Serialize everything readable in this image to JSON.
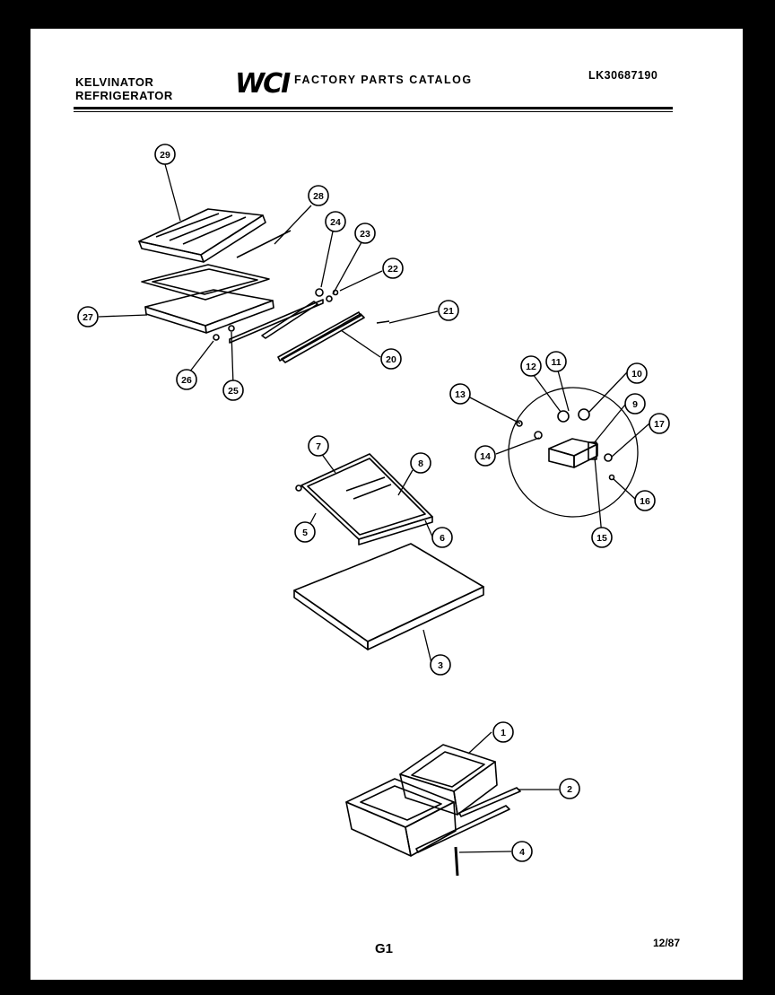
{
  "header": {
    "brand_line1": "KELVINATOR",
    "brand_line2": "REFRIGERATOR",
    "logo": "WCI",
    "catalog_title": "FACTORY PARTS CATALOG",
    "document_number": "LK30687190"
  },
  "footer": {
    "page_id": "G1",
    "date": "12/87"
  },
  "callouts": {
    "c29": "29",
    "c28": "28",
    "c24": "24",
    "c23": "23",
    "c22": "22",
    "c21": "21",
    "c20": "20",
    "c27": "27",
    "c26": "26",
    "c25": "25",
    "c13": "13",
    "c12": "12",
    "c11": "11",
    "c10": "10",
    "c9": "9",
    "c17": "17",
    "c14": "14",
    "c15": "15",
    "c16": "16",
    "c7": "7",
    "c8": "8",
    "c5": "5",
    "c6": "6",
    "c3": "3",
    "c1": "1",
    "c2": "2",
    "c4": "4"
  }
}
